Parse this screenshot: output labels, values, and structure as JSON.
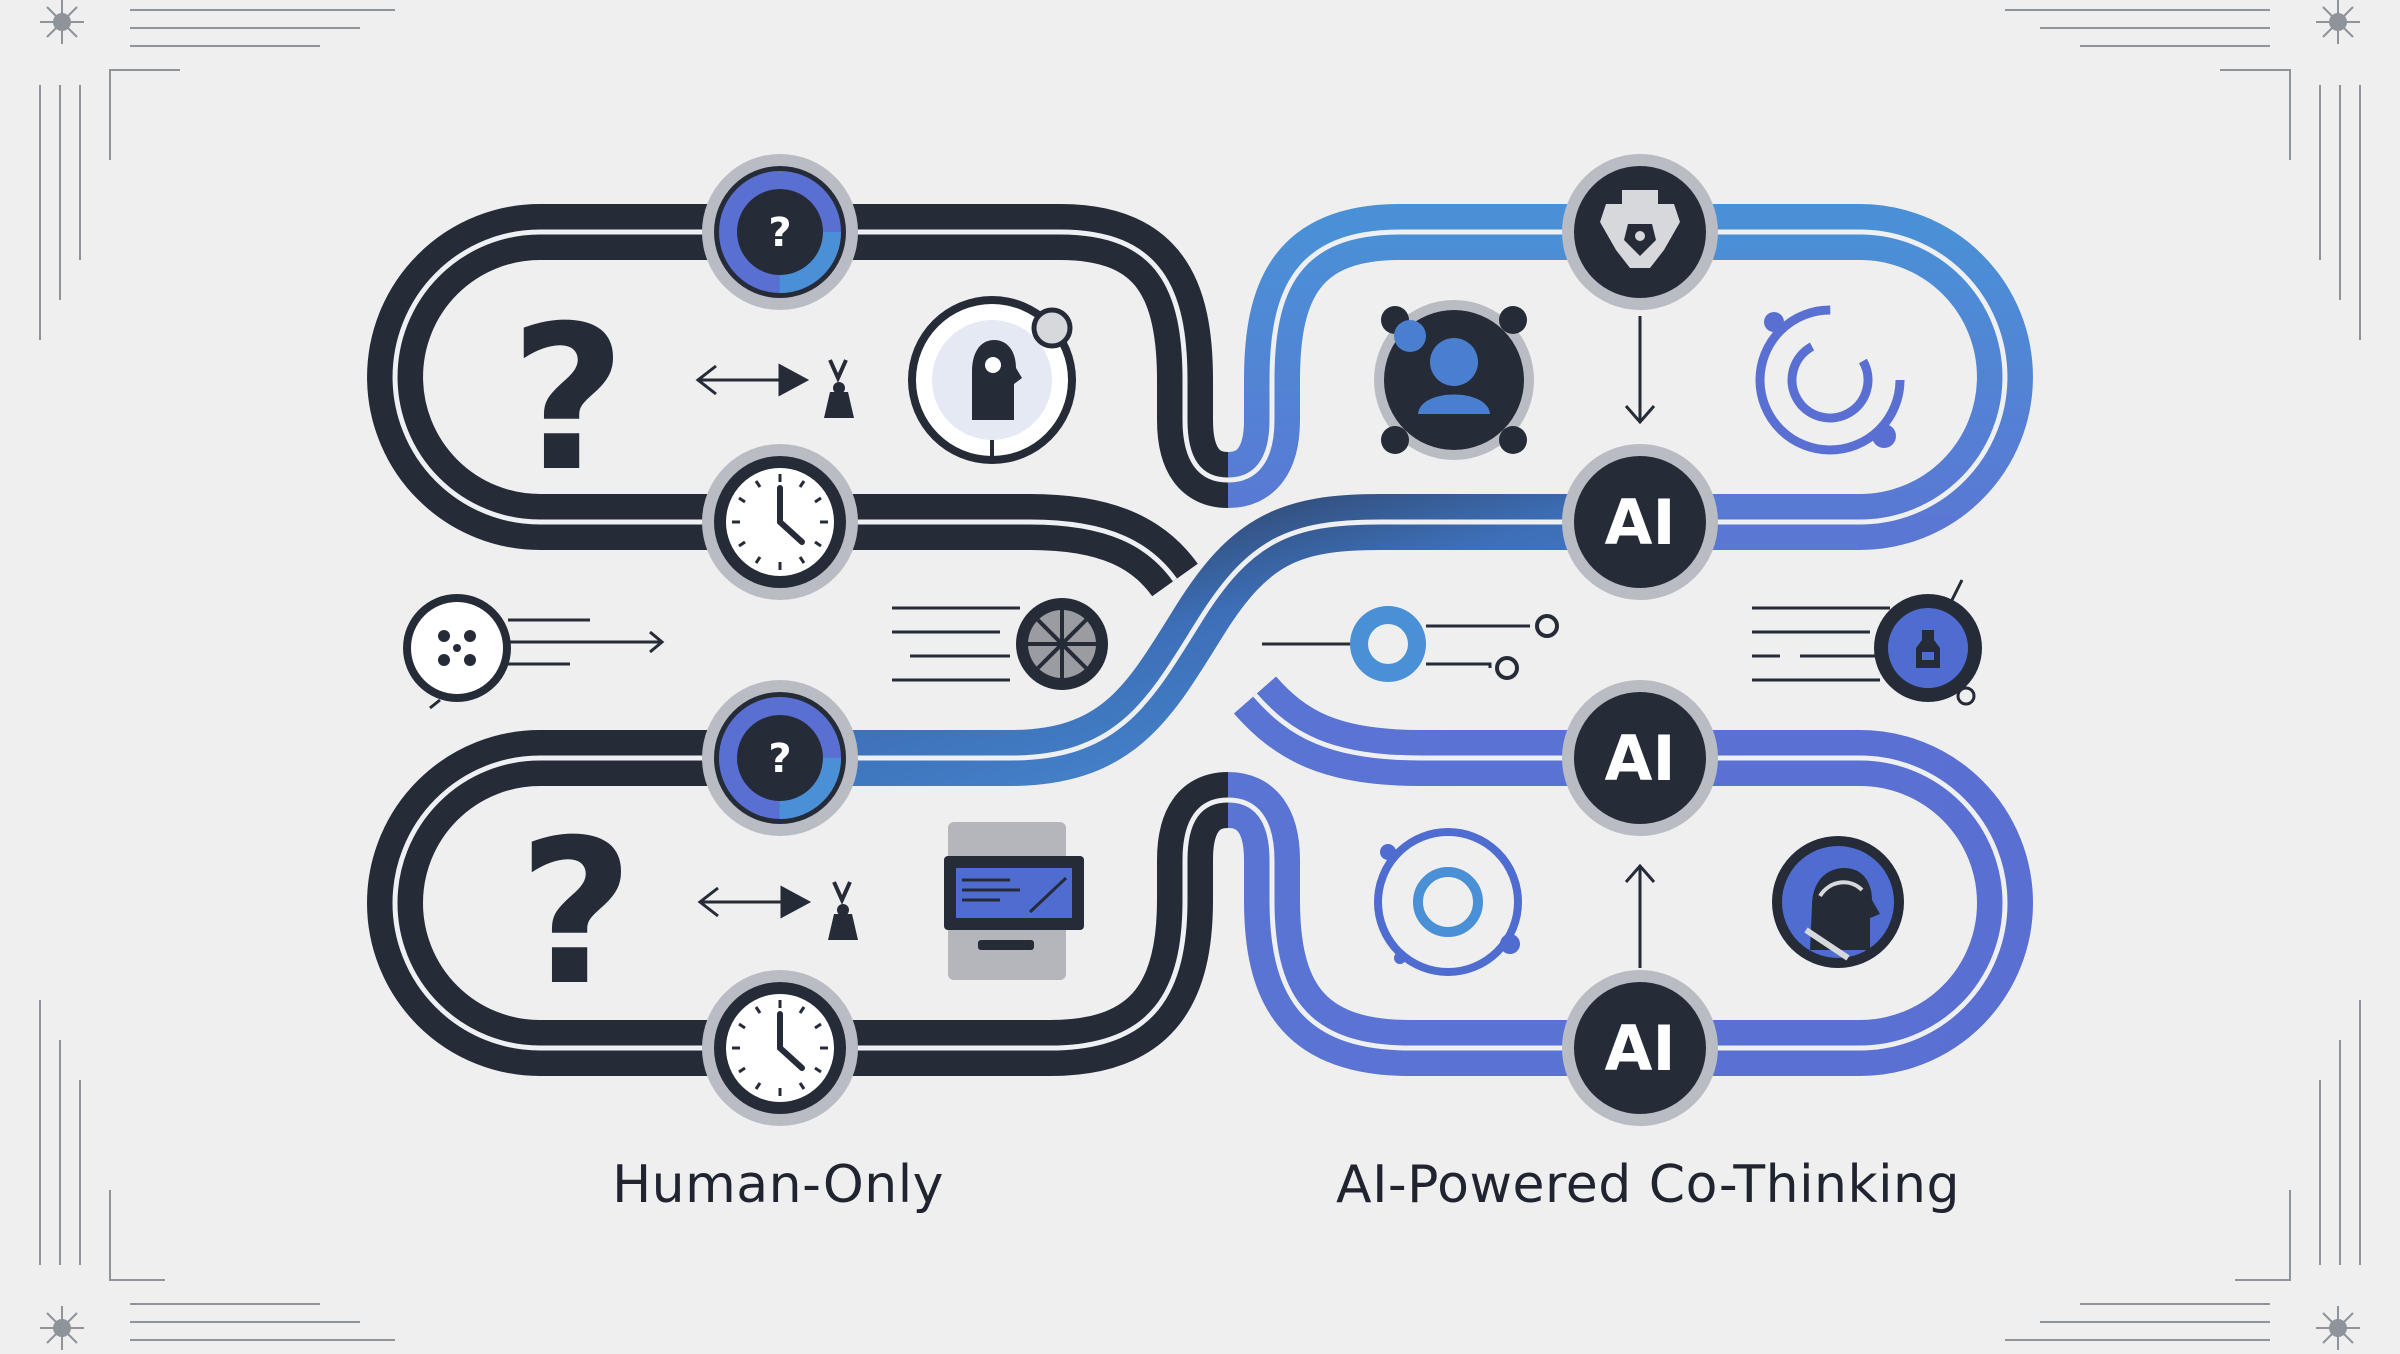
{
  "captions": {
    "left": "Human-Only",
    "right": "AI-Powered Co-Thinking"
  },
  "nodes": {
    "ai_label": "AI",
    "question_mark": "?"
  },
  "colors": {
    "background": "#efeff0",
    "human_track": "#262b38",
    "ai_track_blue": "#4a90d6",
    "ai_track_violet": "#5a6fd2",
    "node_ring": "#b9bcc2",
    "node_fill": "#262b38"
  },
  "icons": [
    "question-mark-icon",
    "bidirectional-arrow-icon",
    "person-icon",
    "brain-head-icon",
    "clock-icon",
    "network-node-icon",
    "gear-wheel-icon",
    "robot-icon",
    "user-profile-icon",
    "cycle-icon",
    "monitor-icon",
    "atom-icon",
    "head-silhouette-icon",
    "search-icon"
  ]
}
